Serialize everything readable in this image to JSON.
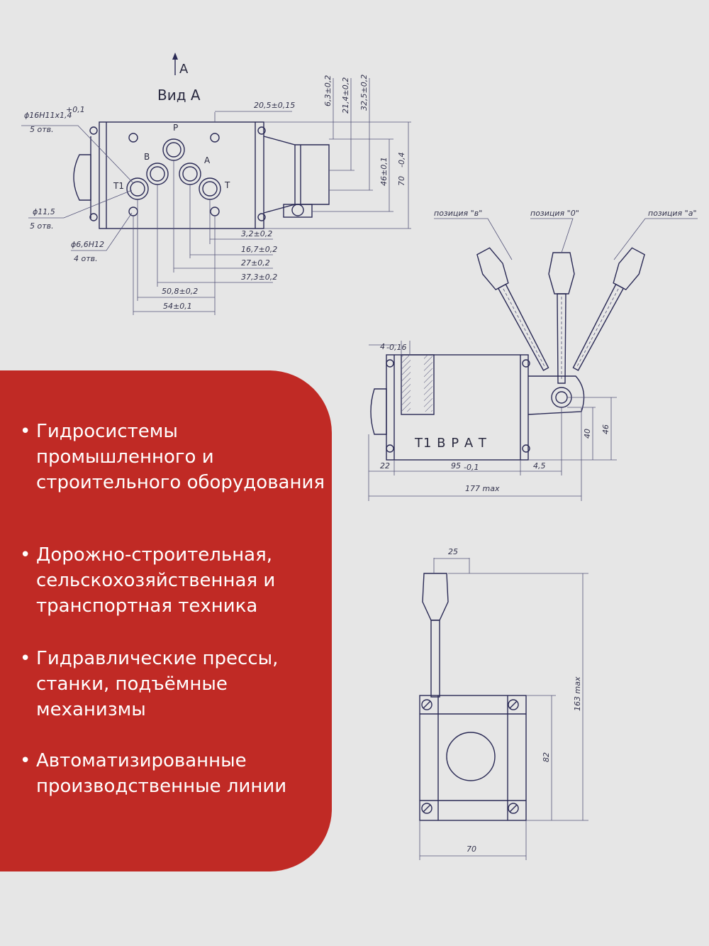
{
  "view_a": {
    "title": "Вид A",
    "arrow_label": "A",
    "ports": {
      "p": "P",
      "b": "B",
      "a": "A",
      "t": "T",
      "t1": "T1"
    },
    "callouts": {
      "bore16": "ϕ16H11x1,4",
      "bore16_tol": "+0,1",
      "bore16_qty": "5 отв.",
      "bore115": "ϕ11,5",
      "bore115_qty": "5 отв.",
      "bore66": "ϕ6,6H12",
      "bore66_qty": "4 отв."
    },
    "dims": {
      "d_20_5": "20,5±0,15",
      "d_6_3": "6,3±0,2",
      "d_21_4": "21,4±0,2",
      "d_32_5": "32,5±0,2",
      "d_46": "46±0,1",
      "d_70": "70",
      "d_70_tol": "-0,4",
      "d_3_2": "3,2±0,2",
      "d_16_7": "16,7±0,2",
      "d_27": "27±0,2",
      "d_37_3": "37,3±0,2",
      "d_50_8": "50,8±0,2",
      "d_54": "54±0,1"
    }
  },
  "side_view": {
    "positions": {
      "b": "позиция \"в\"",
      "zero": "позиция \"0\"",
      "a": "позиция \"а\""
    },
    "port_letters": "T1  B  P  A  T",
    "dims": {
      "d_4": "4",
      "d_4_tol": "-0,16",
      "d_22": "22",
      "d_95": "95",
      "d_95_tol": "-0,1",
      "d_4_5": "4,5",
      "d_177": "177 max",
      "d_40": "40",
      "d_46": "46"
    }
  },
  "front_view": {
    "dims": {
      "d_25": "25",
      "d_163": "163 max",
      "d_82": "82",
      "d_70": "70"
    }
  },
  "features": {
    "title": "",
    "items": [
      "Гидросистемы промышленного и строительного оборудования",
      "Дорожно-строительная, сельскохозяйственная и транспортная техника",
      "Гидравлические прессы, станки, подъёмные механизмы",
      "Автоматизированные производственные линии"
    ],
    "bullet": "•"
  },
  "colors": {
    "background": "#e6e6e6",
    "panel": "#c02a25",
    "panel_text": "#ffffff",
    "line": "#2a2a55"
  }
}
